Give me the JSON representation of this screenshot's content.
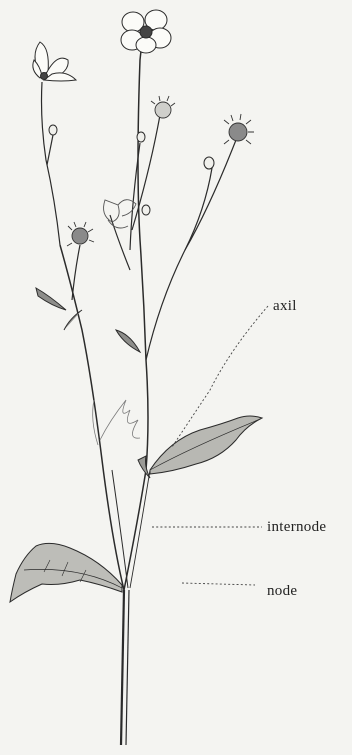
{
  "labels": {
    "axil": "axil",
    "internode": "internode",
    "node": "node"
  },
  "colors": {
    "paper": "#f4f4f1",
    "ink": "#2b2b2b",
    "shade": "#6b6b6b"
  }
}
